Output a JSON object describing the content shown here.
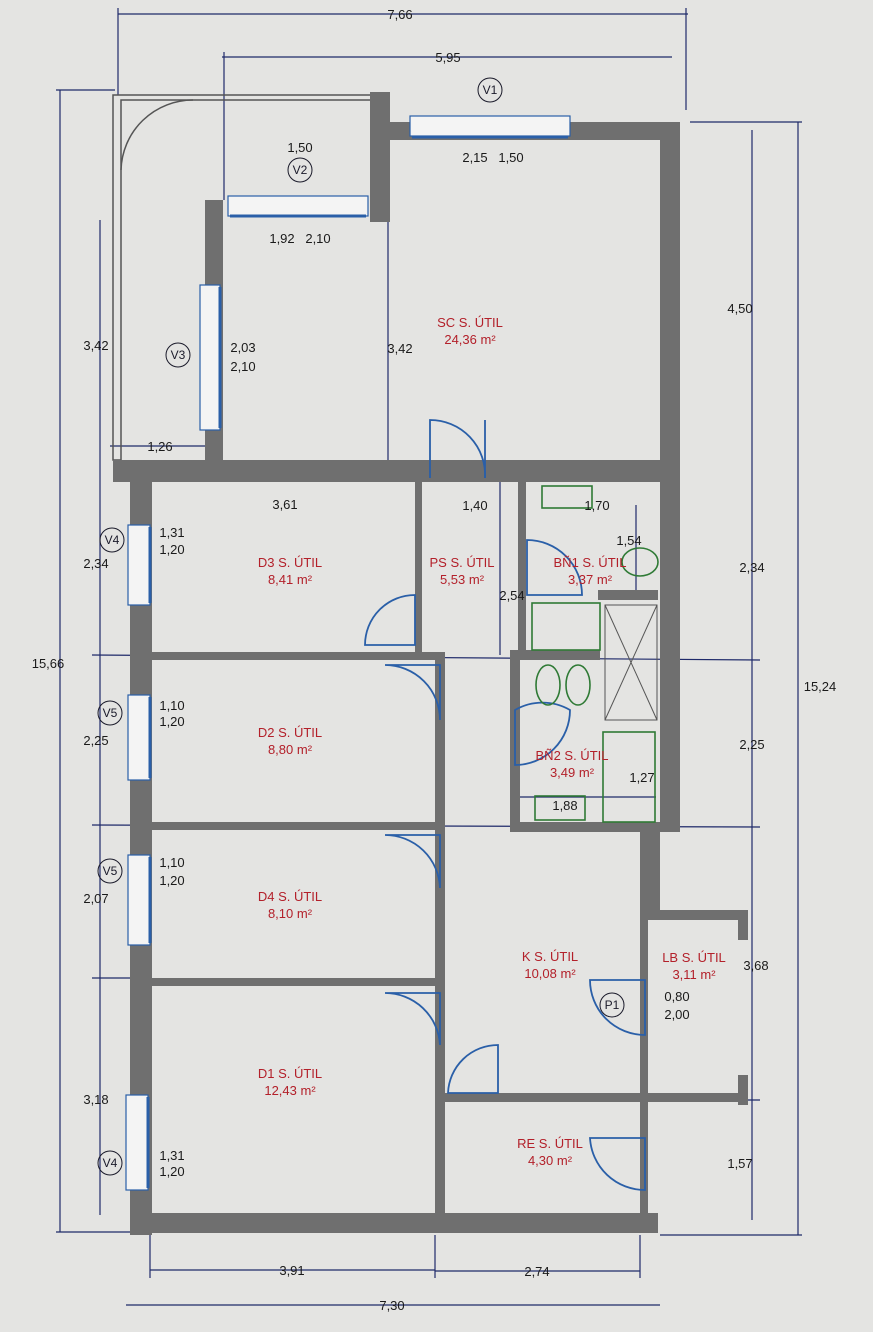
{
  "plan": {
    "dimensions": [
      "7,66",
      "5,95",
      "2,15",
      "1,50",
      "1,50",
      "1,92",
      "2,10",
      "3,42",
      "2,03",
      "2,10",
      "3,42",
      "1,26",
      "4,50",
      "3,61",
      "1,40",
      "1,70",
      "1,54",
      "2,54",
      "2,34",
      "1,31",
      "1,20",
      "2,34",
      "15,66",
      "15,24",
      "1,10",
      "1,20",
      "2,25",
      "2,25",
      "1,27",
      "1,88",
      "1,10",
      "1,20",
      "2,07",
      "3,68",
      "0,80",
      "2,00",
      "3,18",
      "1,31",
      "1,20",
      "1,57",
      "3,91",
      "2,74",
      "7,30"
    ],
    "openings": [
      "V1",
      "V2",
      "V3",
      "V4",
      "V5",
      "V5",
      "P1",
      "V4"
    ],
    "rooms": [
      {
        "name": "SC S. ÚTIL",
        "area": "24,36 m²"
      },
      {
        "name": "D3 S. ÚTIL",
        "area": "8,41 m²"
      },
      {
        "name": "PS S. ÚTIL",
        "area": "5,53 m²"
      },
      {
        "name": "BÑ1 S. ÚTIL",
        "area": "3,37 m²"
      },
      {
        "name": "D2 S. ÚTIL",
        "area": "8,80 m²"
      },
      {
        "name": "BÑ2 S. ÚTIL",
        "area": "3,49 m²"
      },
      {
        "name": "D4 S. ÚTIL",
        "area": "8,10 m²"
      },
      {
        "name": "K S. ÚTIL",
        "area": "10,08 m²"
      },
      {
        "name": "LB S. ÚTIL",
        "area": "3,11 m²"
      },
      {
        "name": "D1 S. ÚTIL",
        "area": "12,43 m²"
      },
      {
        "name": "RE S. ÚTIL",
        "area": "4,30 m²"
      }
    ]
  }
}
